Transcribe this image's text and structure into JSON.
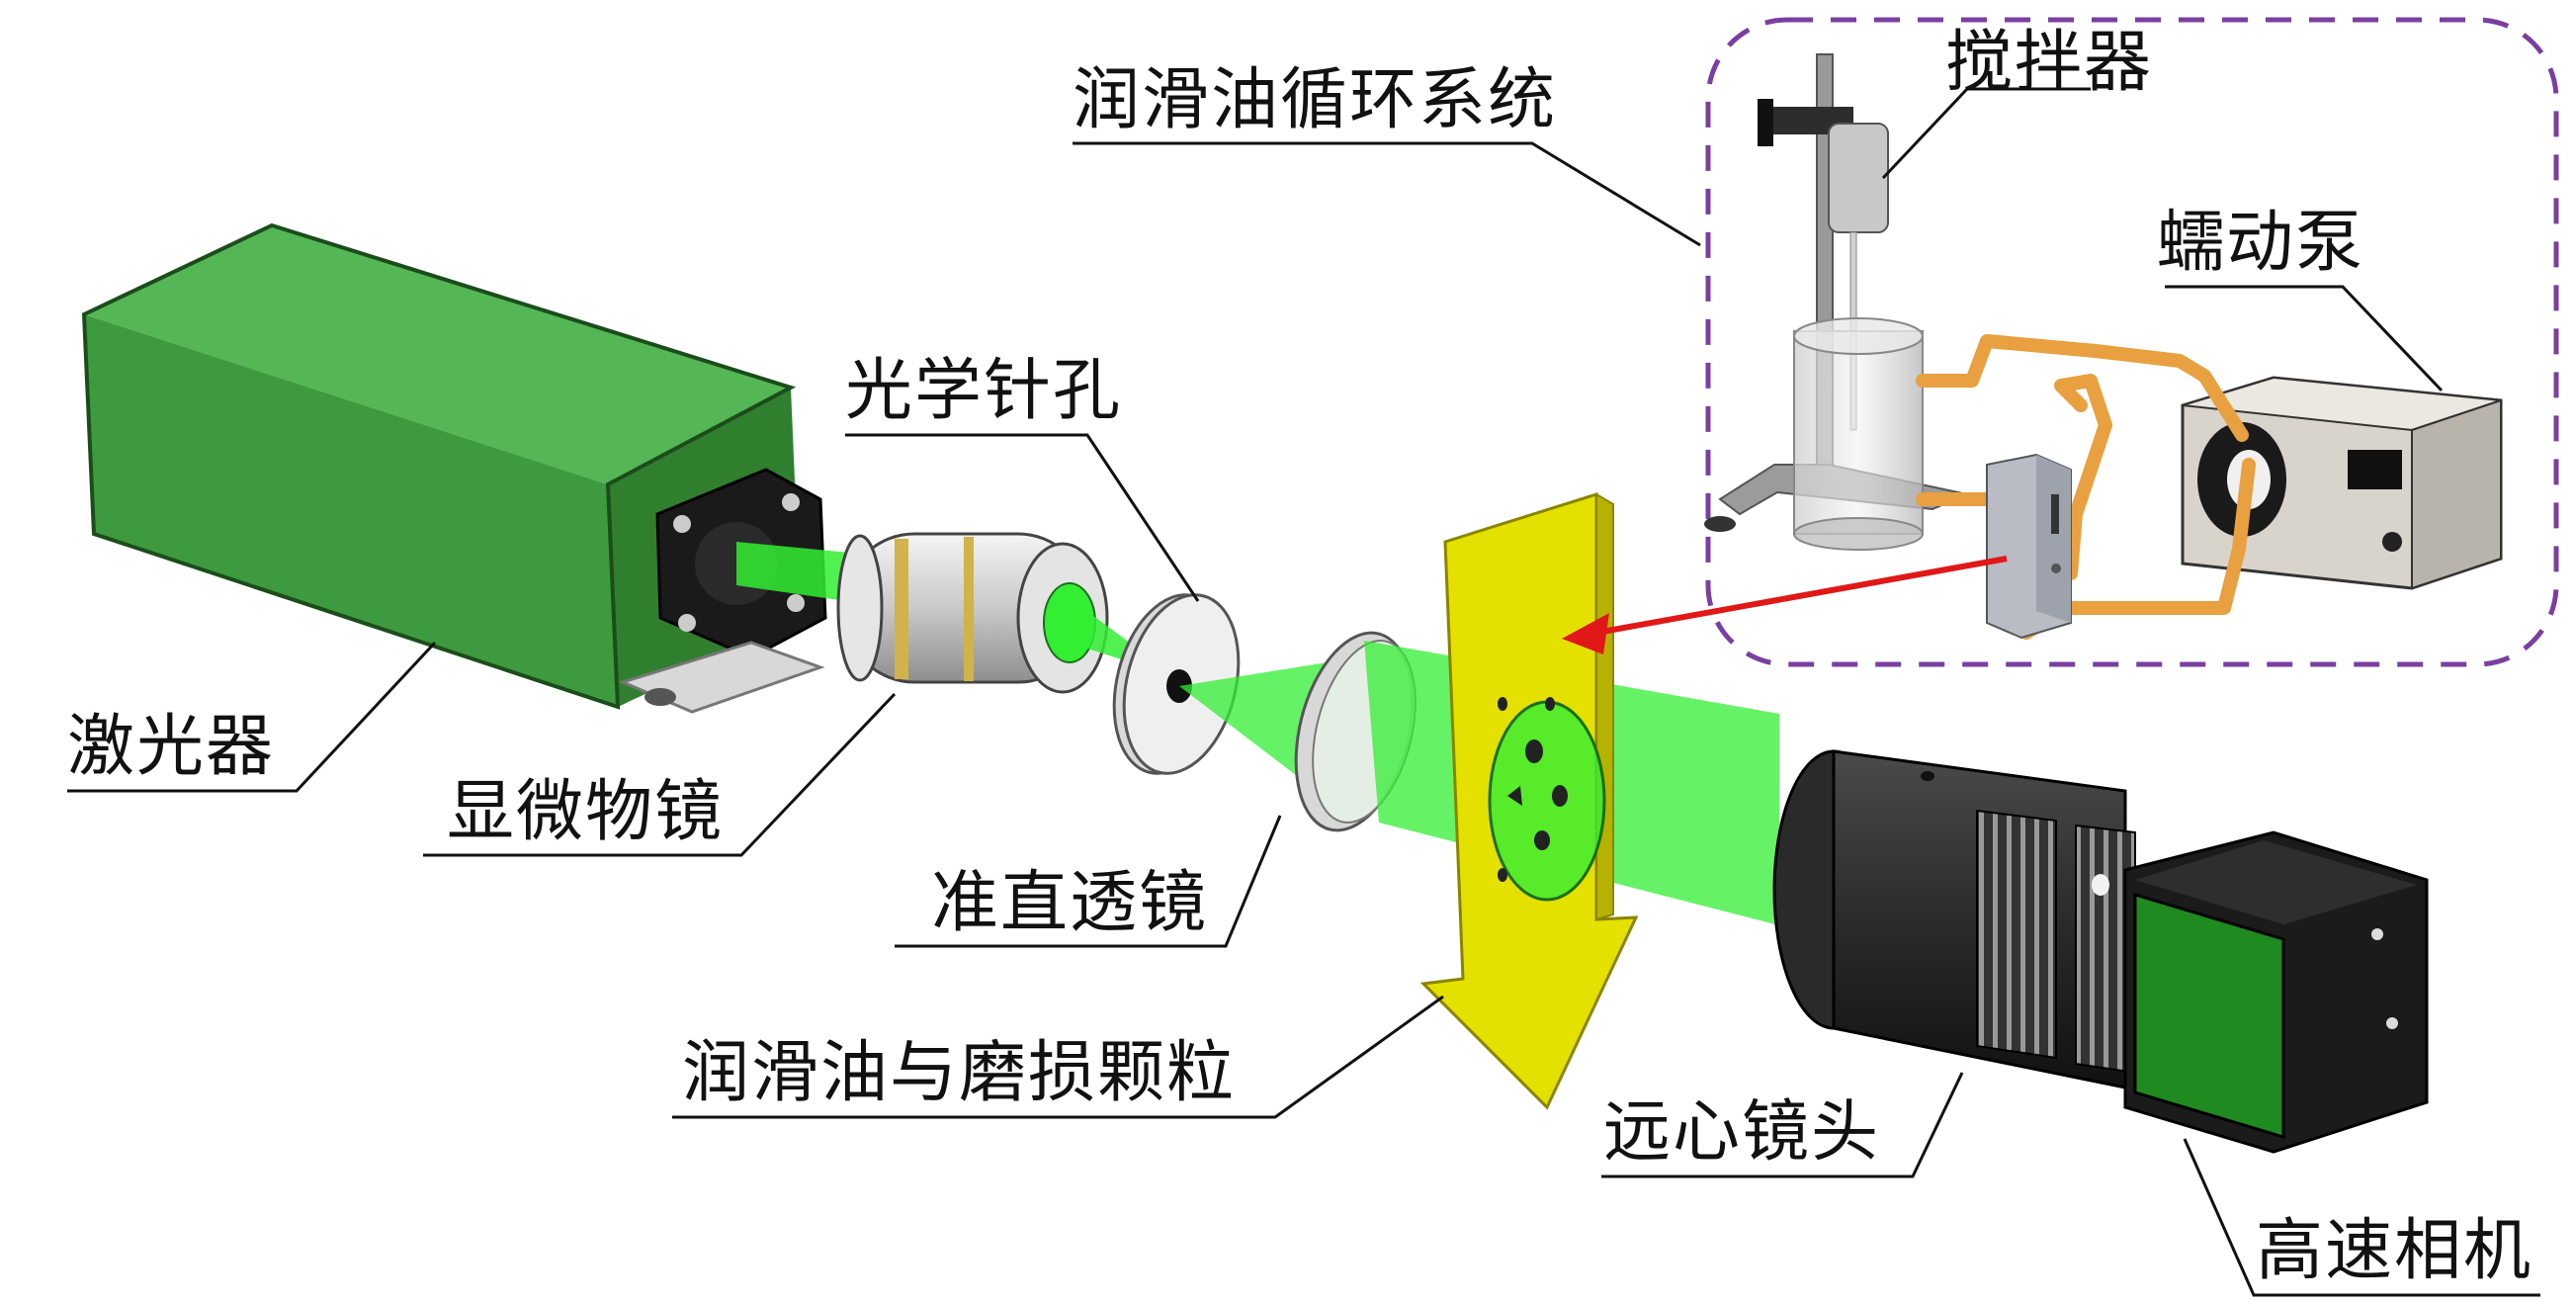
{
  "labels": {
    "laser": "激光器",
    "microscope_objective": "显微物镜",
    "optical_pinhole": "光学针孔",
    "collimating_lens": "准直透镜",
    "oil_and_particles": "润滑油与磨损颗粒",
    "oil_circulation_system": "润滑油循环系统",
    "stirrer": "搅拌器",
    "peristaltic_pump": "蠕动泵",
    "telecentric_lens": "远心镜头",
    "high_speed_camera": "高速相机"
  },
  "colors": {
    "laser_beam": "#33ee33",
    "laser_body": "#3f9e3f",
    "flow_arrow": "#e4e000",
    "tubing": "#e8a040",
    "red_arrow": "#e01818",
    "system_boundary": "#7a3fa0",
    "camera_body": "#1f8a1f"
  }
}
